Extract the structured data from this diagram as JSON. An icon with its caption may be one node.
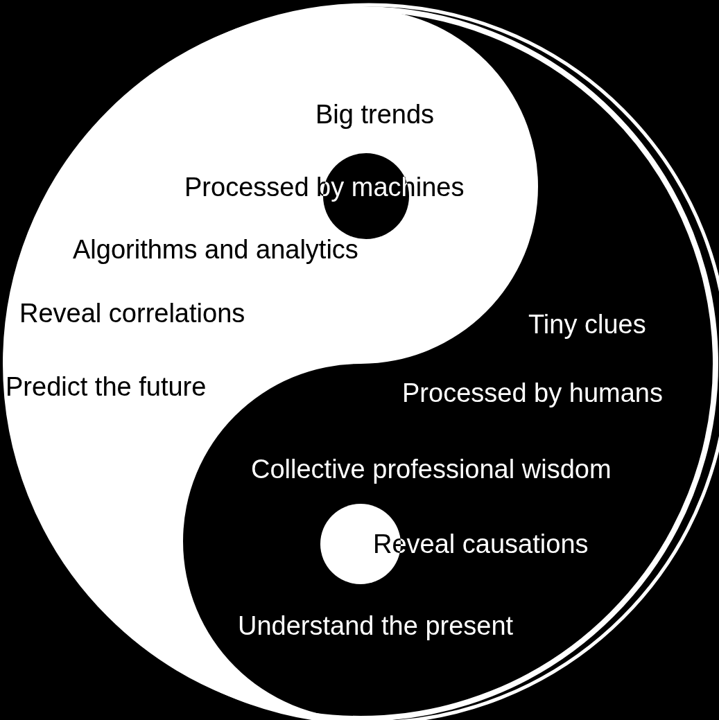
{
  "diagram": {
    "labels": [
      "Big trends",
      "Processed by machines",
      "Algorithms and analytics",
      "Reveal correlations",
      "Tiny clues",
      "Predict the future",
      "Processed by humans",
      "Collective professional wisdom",
      "Reveal causations",
      "Understand the present"
    ]
  }
}
